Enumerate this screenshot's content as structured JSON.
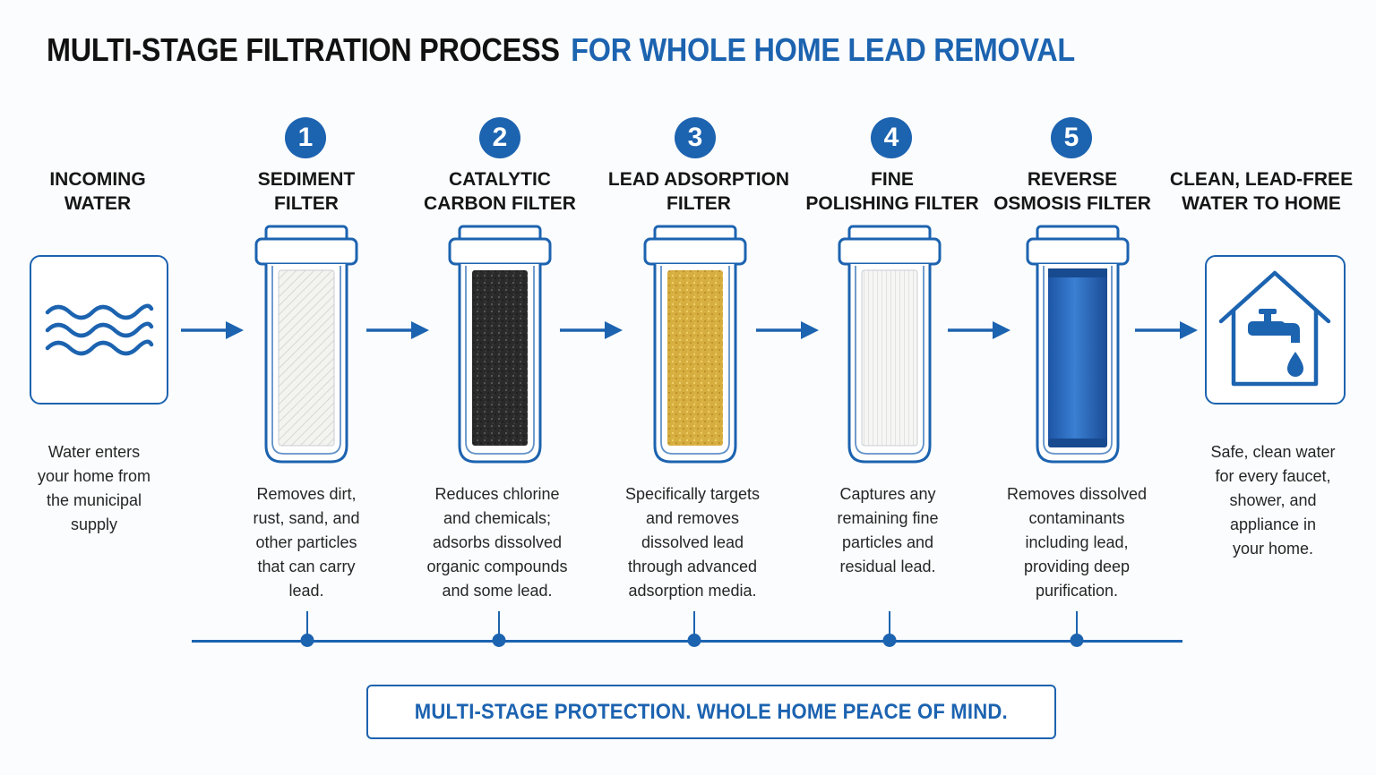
{
  "title": {
    "part1": "MULTI-STAGE FILTRATION PROCESS",
    "part2": "FOR WHOLE HOME LEAD REMOVAL"
  },
  "incoming": {
    "heading": "INCOMING\nWATER",
    "description": "Water enters\nyour home from\nthe municipal\nsupply",
    "icon": "water-waves-icon"
  },
  "stages": [
    {
      "number": "1",
      "heading": "SEDIMENT\nFILTER",
      "description": "Removes dirt,\nrust, sand, and\nother particles\nthat can carry\nlead.",
      "media": "white-wound-sediment"
    },
    {
      "number": "2",
      "heading": "CATALYTIC\nCARBON FILTER",
      "description": "Reduces chlorine\nand chemicals;\nadsorbs dissolved\norganic compounds\nand some lead.",
      "media": "black-carbon-granules"
    },
    {
      "number": "3",
      "heading": "LEAD ADSORPTION\nFILTER",
      "description": "Specifically targets\nand removes\ndissolved lead\nthrough advanced\nadsorption media.",
      "media": "gold-adsorption-granules"
    },
    {
      "number": "4",
      "heading": "FINE\nPOLISHING FILTER",
      "description": "Captures any\nremaining fine\nparticles and\nresidual lead.",
      "media": "white-pleated-polishing"
    },
    {
      "number": "5",
      "heading": "REVERSE\nOSMOSIS FILTER",
      "description": "Removes dissolved\ncontaminants\nincluding lead,\nproviding deep\npurification.",
      "media": "blue-ro-membrane"
    }
  ],
  "outgoing": {
    "heading": "CLEAN, LEAD-FREE\nWATER TO HOME",
    "description": "Safe, clean water\nfor every faucet,\nshower, and\nappliance in\nyour home.",
    "icon": "house-faucet-icon"
  },
  "footer": "MULTI-STAGE PROTECTION. WHOLE HOME PEACE OF MIND.",
  "colors": {
    "accent": "#1c63b0",
    "sediment": "#f4f4f1",
    "carbon": "#2a2a2a",
    "lead_media": "#d6ad3f",
    "polishing": "#f6f6f4",
    "ro_membrane": "#2f6fc4"
  }
}
